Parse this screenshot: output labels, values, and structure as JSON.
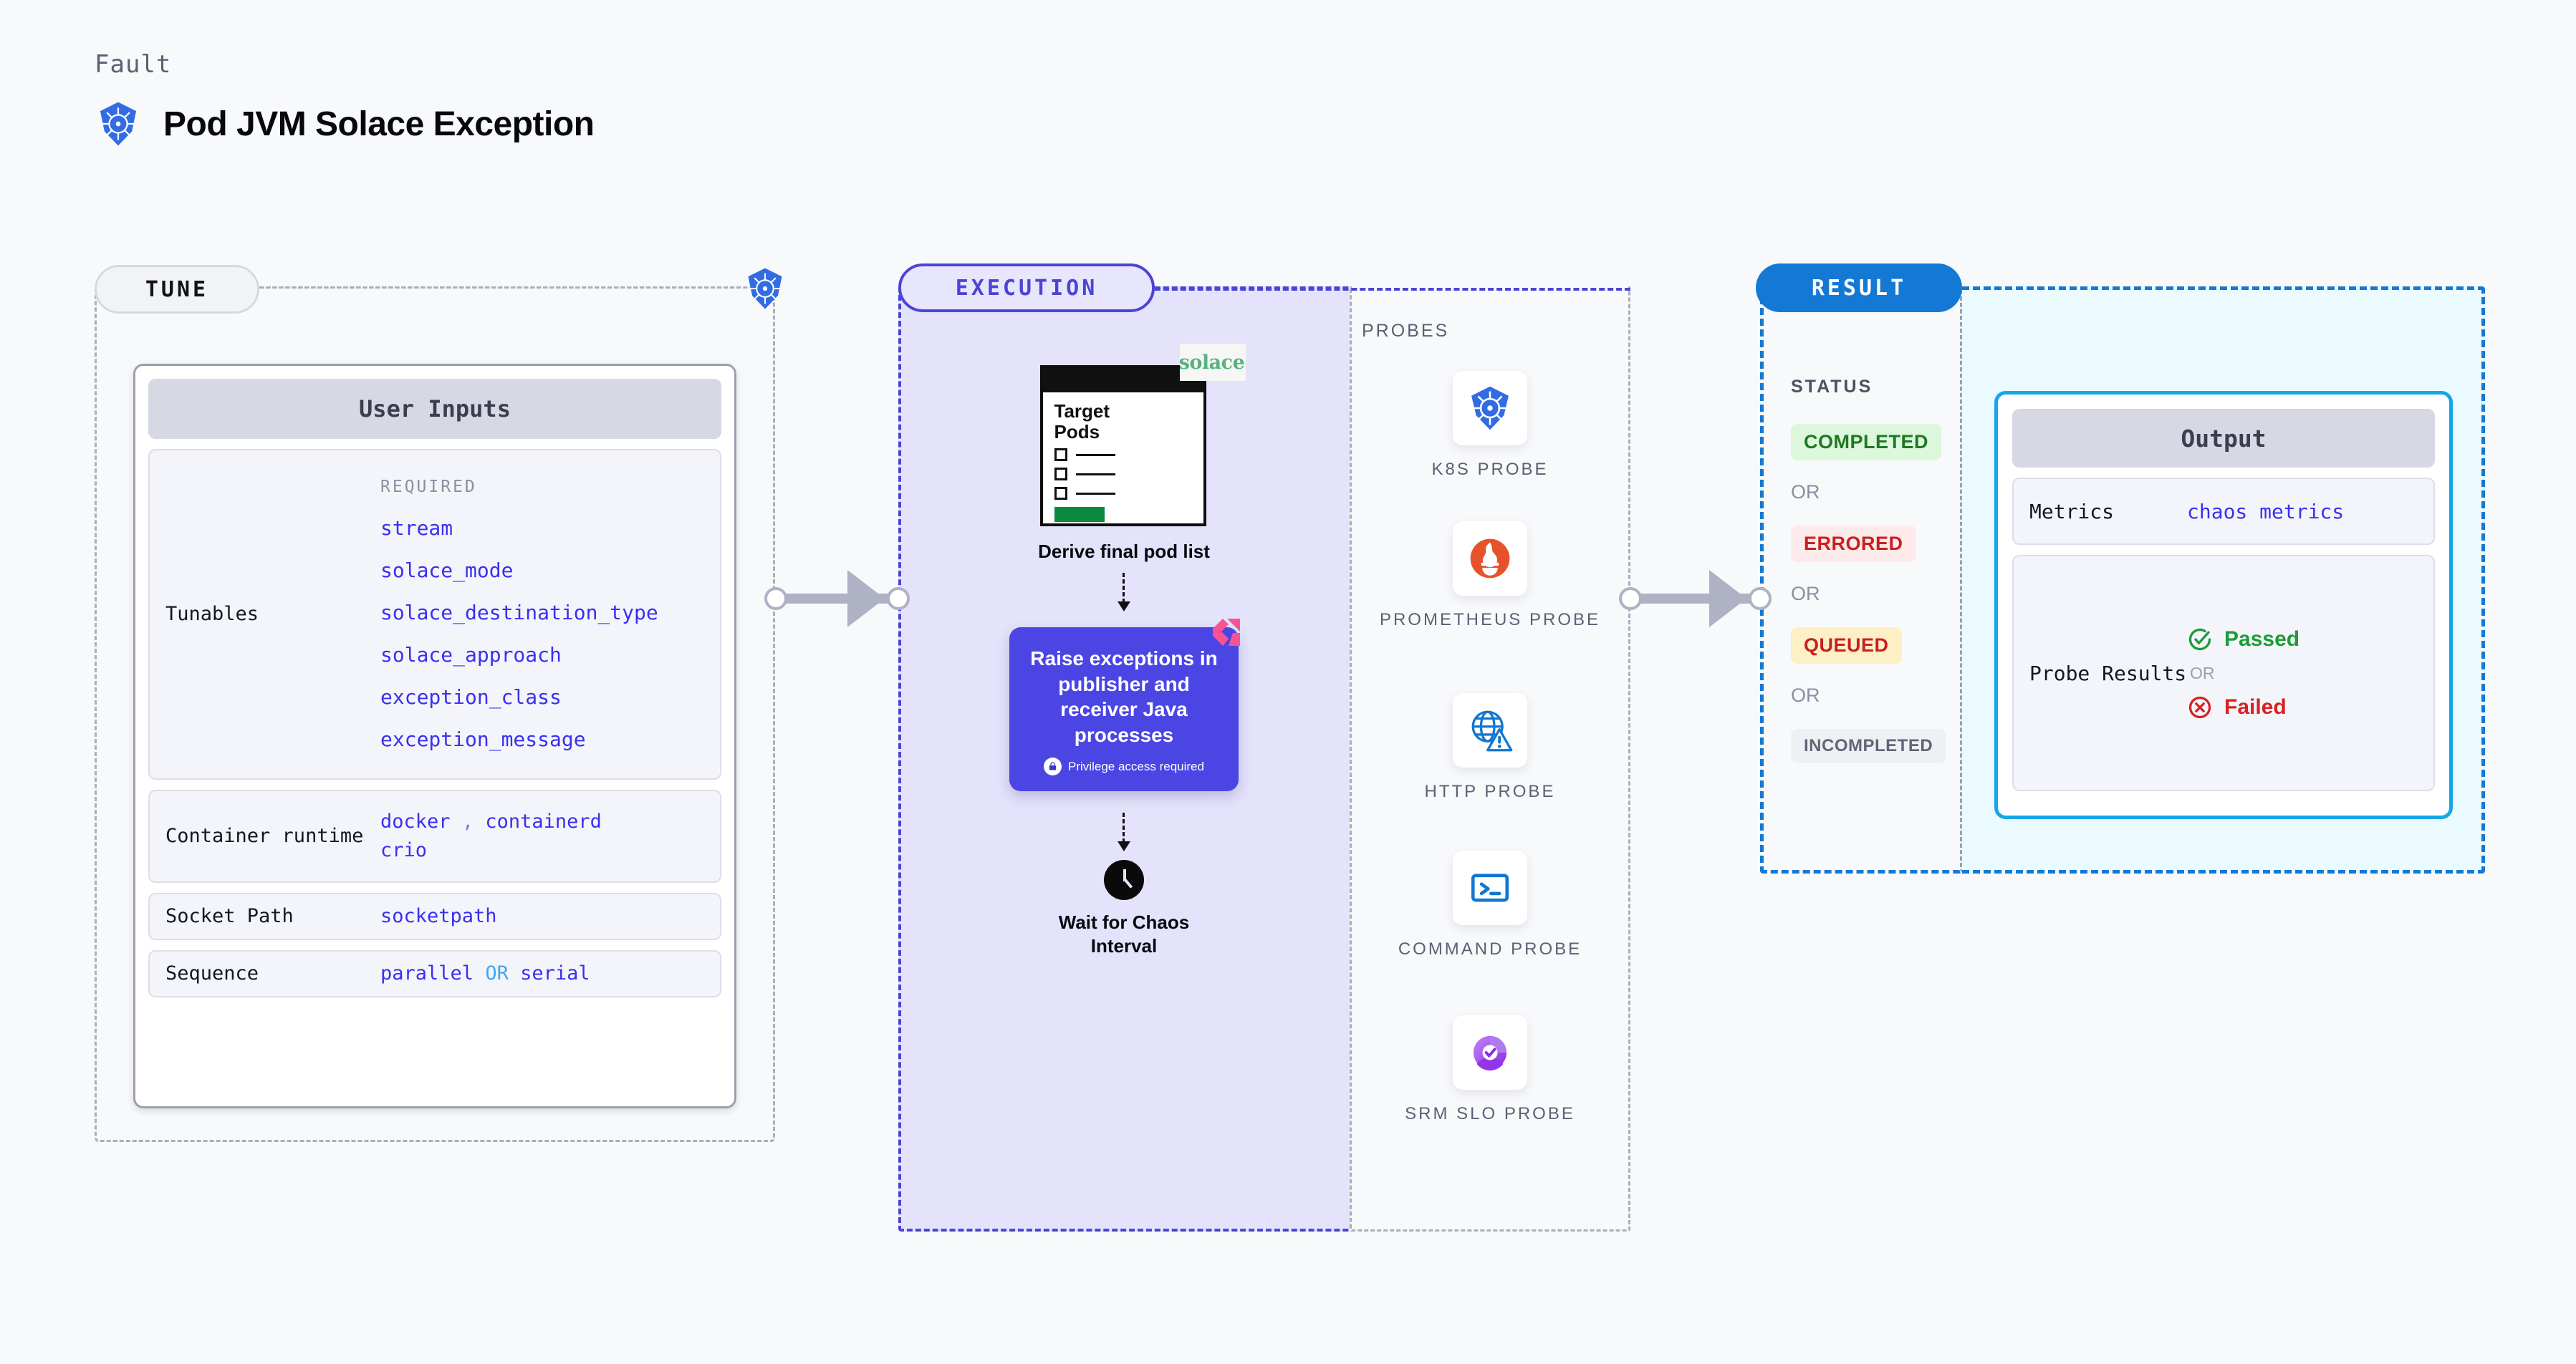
{
  "header": {
    "kicker": "Fault",
    "title": "Pod JVM Solace Exception",
    "icon": "kubernetes-icon"
  },
  "tune": {
    "pill_label": "TUNE",
    "badge_icon": "kubernetes-icon",
    "card_title": "User Inputs",
    "rows": [
      {
        "label": "Tunables",
        "required_label": "REQUIRED",
        "tunables": [
          "stream",
          "solace_mode",
          "solace_destination_type",
          "solace_approach",
          "exception_class",
          "exception_message"
        ]
      },
      {
        "label": "Container runtime",
        "values": [
          "docker",
          ",",
          "containerd",
          "crio"
        ]
      },
      {
        "label": "Socket Path",
        "value": "socketpath"
      },
      {
        "label": "Sequence",
        "value_a": "parallel",
        "or": "OR",
        "value_b": "serial"
      }
    ]
  },
  "execution": {
    "pill_label": "EXECUTION",
    "pod_list": {
      "title_line1": "Target",
      "title_line2": "Pods",
      "brand_logo": "solace-logo",
      "brand_text": "solace"
    },
    "step1_caption": "Derive final pod list",
    "raise_card": {
      "text": "Raise exceptions in publisher and receiver Java processes",
      "privilege_note": "Privilege access required",
      "lock_icon": "lock-icon",
      "corner_icon": "litmus-chaos-icon",
      "color": "#4b45e4"
    },
    "wait_step": {
      "icon": "clock-icon",
      "caption_line1": "Wait for Chaos",
      "caption_line2": "Interval"
    }
  },
  "probes": {
    "section_label": "PROBES",
    "items": [
      {
        "name": "K8S PROBE",
        "icon": "kubernetes-icon"
      },
      {
        "name": "PROMETHEUS PROBE",
        "icon": "prometheus-icon"
      },
      {
        "name": "HTTP PROBE",
        "icon": "http-globe-warning-icon"
      },
      {
        "name": "COMMAND PROBE",
        "icon": "terminal-icon"
      },
      {
        "name": "SRM SLO PROBE",
        "icon": "srm-slo-icon"
      }
    ]
  },
  "result": {
    "pill_label": "RESULT",
    "status_label": "STATUS",
    "or_label": "OR",
    "statuses": [
      {
        "label": "COMPLETED",
        "fg": "#1d7a23",
        "bg": "#ddf7dc"
      },
      {
        "label": "ERRORED",
        "fg": "#c91f1f",
        "bg": "#fdeaea"
      },
      {
        "label": "QUEUED",
        "fg": "#c91f1f",
        "bg": "#fdefc6"
      },
      {
        "label": "INCOMPLETED",
        "fg": "#5f6677",
        "bg": "#eef0f4"
      }
    ],
    "output": {
      "card_title": "Output",
      "metrics_label": "Metrics",
      "metrics_value": "chaos metrics",
      "probe_results_label": "Probe Results",
      "passed_label": "Passed",
      "passed_icon": "check-circle-icon",
      "or_label": "OR",
      "failed_label": "Failed",
      "failed_icon": "x-circle-icon"
    }
  },
  "colors": {
    "accent_blue": "#1479d4",
    "accent_purple": "#4b45d6",
    "accent_cyan": "#16a6e8",
    "code_purple": "#3b2ff0"
  }
}
